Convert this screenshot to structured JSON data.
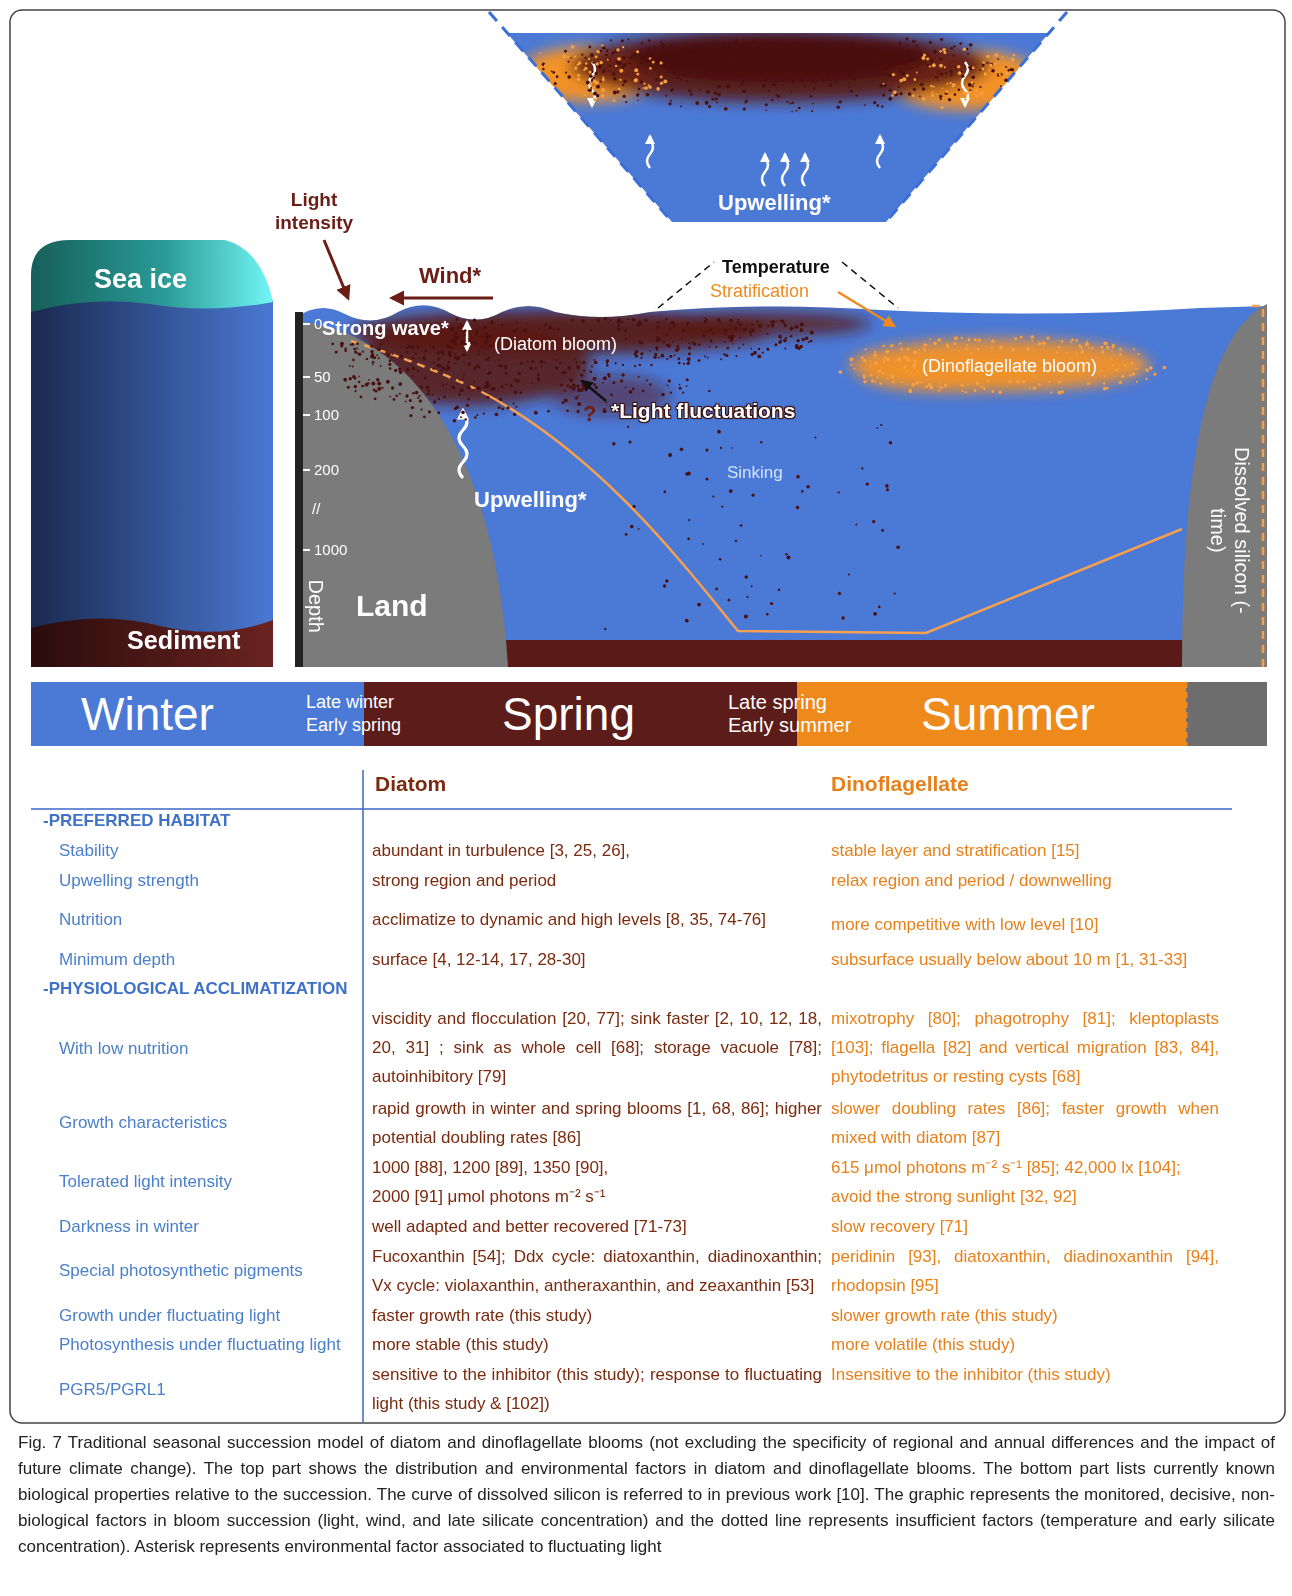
{
  "diagram": {
    "caption": "Fig. 7 Traditional seasonal succession model of diatom and dinoflagellate blooms (not excluding the specificity of regional and annual differences and the impact of future climate change). The top part shows the distribution and environmental factors in diatom and dinoflagellate blooms. The bottom part lists currently known biological properties relative to the succession. The curve of dissolved silicon is referred to in previous work [10]. The graphic represents the monitored, decisive, non-biological factors in bloom succession (light, wind, and late silicate concentration) and the dotted line represents insufficient factors (temperature and early silicate concentration). Asterisk represents environmental factor associated to fluctuating light",
    "nodes": [
      {
        "text": [
          "Sea ice"
        ]
      },
      {
        "text": [
          "Sediment"
        ]
      },
      {
        "text": [
          "Winter"
        ]
      },
      {
        "text": [
          "Late winter Early spring"
        ]
      },
      {
        "text": [
          "Spring"
        ]
      },
      {
        "text": [
          "Late spring Early summer"
        ]
      },
      {
        "text": [
          "Summer"
        ]
      }
    ],
    "labels": [
      "Light intensity",
      "Wind*",
      "Strong wave*",
      "(Diatom bloom)",
      "?",
      "*Light fluctuations",
      "Upwelling*",
      "Upwelling*",
      "Temperature",
      "Stratification",
      "(Dinoflagellate bloom)",
      "Sinking",
      "Dissolved silicon (-time)",
      "Land",
      "Depth",
      "0",
      "50",
      "100",
      "200",
      "//",
      "1000",
      "Diatom",
      "Dinoflagellate",
      "-PREFERRED HABITAT",
      "Stability",
      "abundant in turbulence [3, 25, 26],",
      "stable layer and stratification [15]",
      "Upwelling strength",
      "strong region and period",
      "relax region and period / downwelling",
      "Nutrition",
      "acclimatize to dynamic and high levels [8, 35, 74-76]",
      "more competitive with low level [10]",
      "Minimum depth",
      "surface [4, 12-14, 17, 28-30]",
      "subsurface usually below about 10 m [1, 31-33]",
      "-PHYSIOLOGICAL ACCLIMATIZATION",
      "With low nutrition",
      "viscidity and flocculation [20, 77]; sink faster [2, 10, 12, 18, 20, 31] ; sink as whole cell [68]; storage vacuole [78]; autoinhibitory [79]",
      "mixotrophy [80]; phagotrophy [81]; kleptoplasts [103]; flagella [82] and vertical migration [83, 84], phytodetritus or resting cysts [68]",
      "Growth characteristics",
      "rapid growth in winter and spring blooms [1, 68, 86]; higher potential doubling rates [86]",
      "slower doubling rates [86]; faster growth when mixed with diatom [87]",
      "Tolerated light intensity",
      "1000 [88], 1200 [89], 1350 [90], 2000 [91] μmol photons m⁻² s⁻¹",
      "615 μmol photons m⁻² s⁻¹ [85]; 42,000 lx [104]; avoid the strong sunlight [32, 92]",
      "Darkness in winter",
      "well adapted and better recovered [71-73]",
      "slow recovery [71]",
      "Special photosynthetic pigments",
      "Fucoxanthin [54]; Ddx cycle: diatoxanthin, diadinoxanthin; Vx cycle: violaxanthin, antheraxanthin, and zeaxanthin [53]",
      "peridinin [93], diatoxanthin, diadinoxanthin [94], rhodopsin [95]",
      "Growth under fluctuating light",
      "faster growth rate (this study)",
      "slower growth rate (this study)",
      "Photosynthesis under fluctuating light",
      "more stable (this study)",
      "more volatile (this study)",
      "PGR5/PGRL1",
      "sensitive to the inhibitor (this study); response to fluctuating light (this study & [102])",
      "Insensitive to the inhibitor (this study)"
    ]
  }
}
